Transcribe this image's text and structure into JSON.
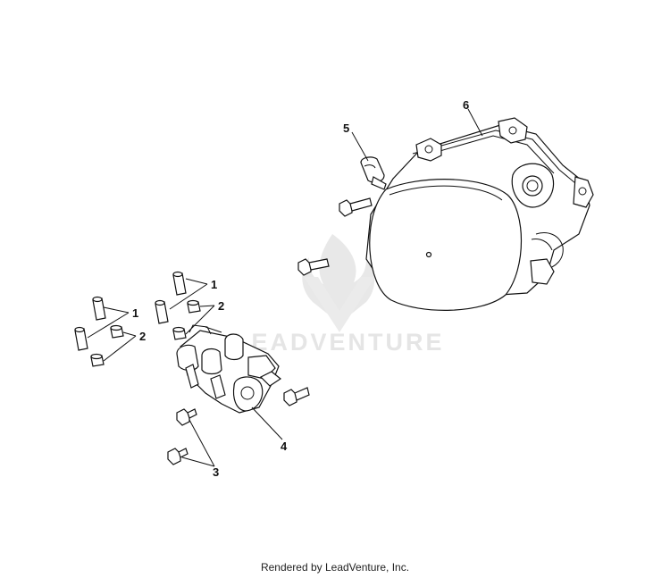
{
  "diagram": {
    "callouts": [
      {
        "id": "1a",
        "label": "1"
      },
      {
        "id": "1b",
        "label": "1"
      },
      {
        "id": "2a",
        "label": "2"
      },
      {
        "id": "2b",
        "label": "2"
      },
      {
        "id": "3",
        "label": "3"
      },
      {
        "id": "4",
        "label": "4"
      },
      {
        "id": "5",
        "label": "5"
      },
      {
        "id": "6",
        "label": "6"
      }
    ],
    "watermark": "LEADVENTURE"
  },
  "footer": {
    "text": "Rendered by LeadVenture, Inc."
  }
}
